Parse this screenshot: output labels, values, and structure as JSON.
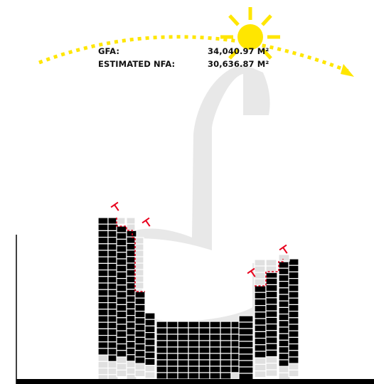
{
  "stats": {
    "gfa_label": "GFA:",
    "gfa_value": "34,040.97 M²",
    "nfa_label": "ESTIMATED NFA:",
    "nfa_value": "30,636.87 M²"
  },
  "colors": {
    "sun": "#FFE600",
    "tower": "#E8E8E8",
    "block_dark": "#000000",
    "block_light": "#E0E0E0",
    "dashed_line": "#E8001C",
    "ground": "#000000",
    "text": "#111111"
  },
  "icons": {
    "sun": "sun-icon",
    "path": "sun-path-arrow",
    "markers": "hammer-marker-icon"
  }
}
